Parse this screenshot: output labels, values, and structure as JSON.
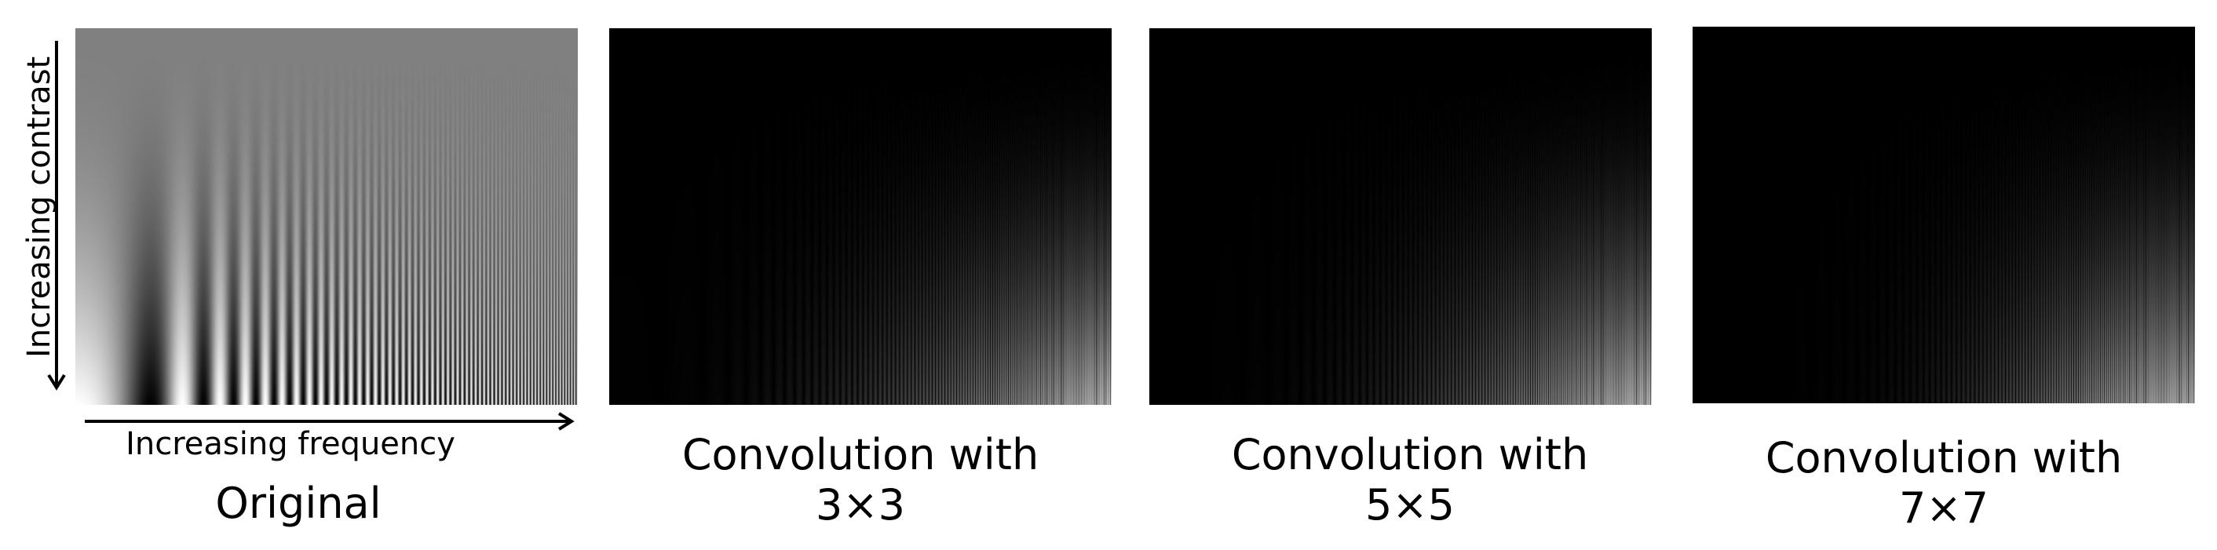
{
  "figure": {
    "axes": {
      "contrast_label": "Increasing contrast",
      "frequency_label": "Increasing frequency"
    },
    "panels": [
      {
        "name": "original",
        "caption": "Original",
        "kernel": ""
      },
      {
        "name": "conv-3x3",
        "caption": "Convolution with",
        "kernel": "3×3"
      },
      {
        "name": "conv-5x5",
        "caption": "Convolution with",
        "kernel": "5×5"
      },
      {
        "name": "conv-7x7",
        "caption": "Convolution with",
        "kernel": "7×7"
      }
    ],
    "colors": {
      "background": "#ffffff",
      "text": "#000000",
      "panel_mid_gray": "#808080",
      "panel_dark": "#000000"
    }
  }
}
